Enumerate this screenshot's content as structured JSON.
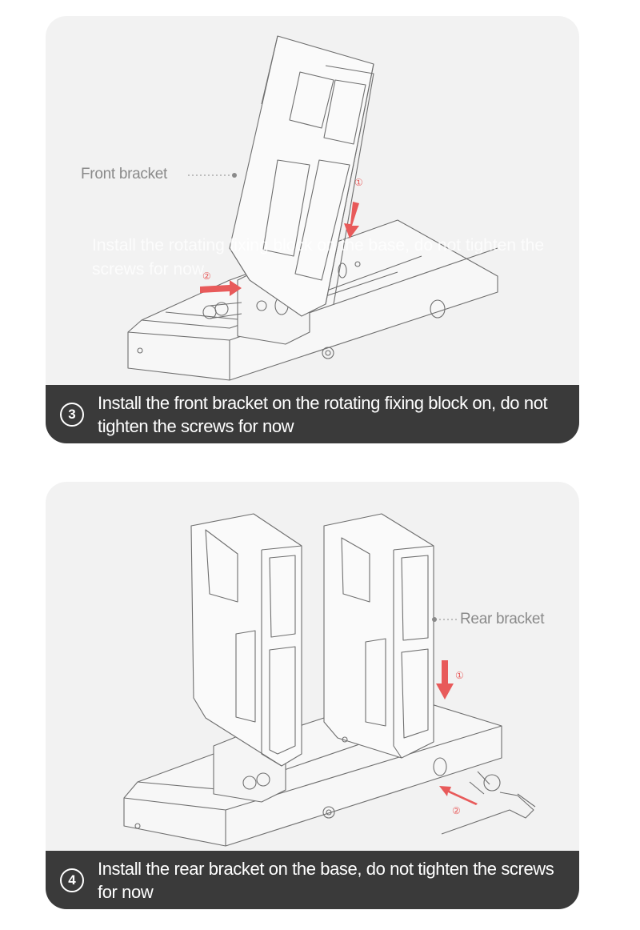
{
  "steps": [
    {
      "badge": "3",
      "caption": "Install the front bracket on the rotating fixing block on, do not tighten the screws for now",
      "callout_label": "Front bracket",
      "ghost_text": "Install the rotating fixing block on the base, do not tighten the screws for now",
      "markers": [
        "①",
        "②"
      ]
    },
    {
      "badge": "4",
      "caption": "Install the rear bracket on the base, do not tighten the screws for now",
      "callout_label": "Rear bracket",
      "markers": [
        "①",
        "②"
      ]
    }
  ],
  "colors": {
    "panel_bg": "#f2f2f2",
    "caption_bg": "#3a3a3a",
    "arrow": "#e85a5a",
    "line": "#6f6f6f"
  }
}
